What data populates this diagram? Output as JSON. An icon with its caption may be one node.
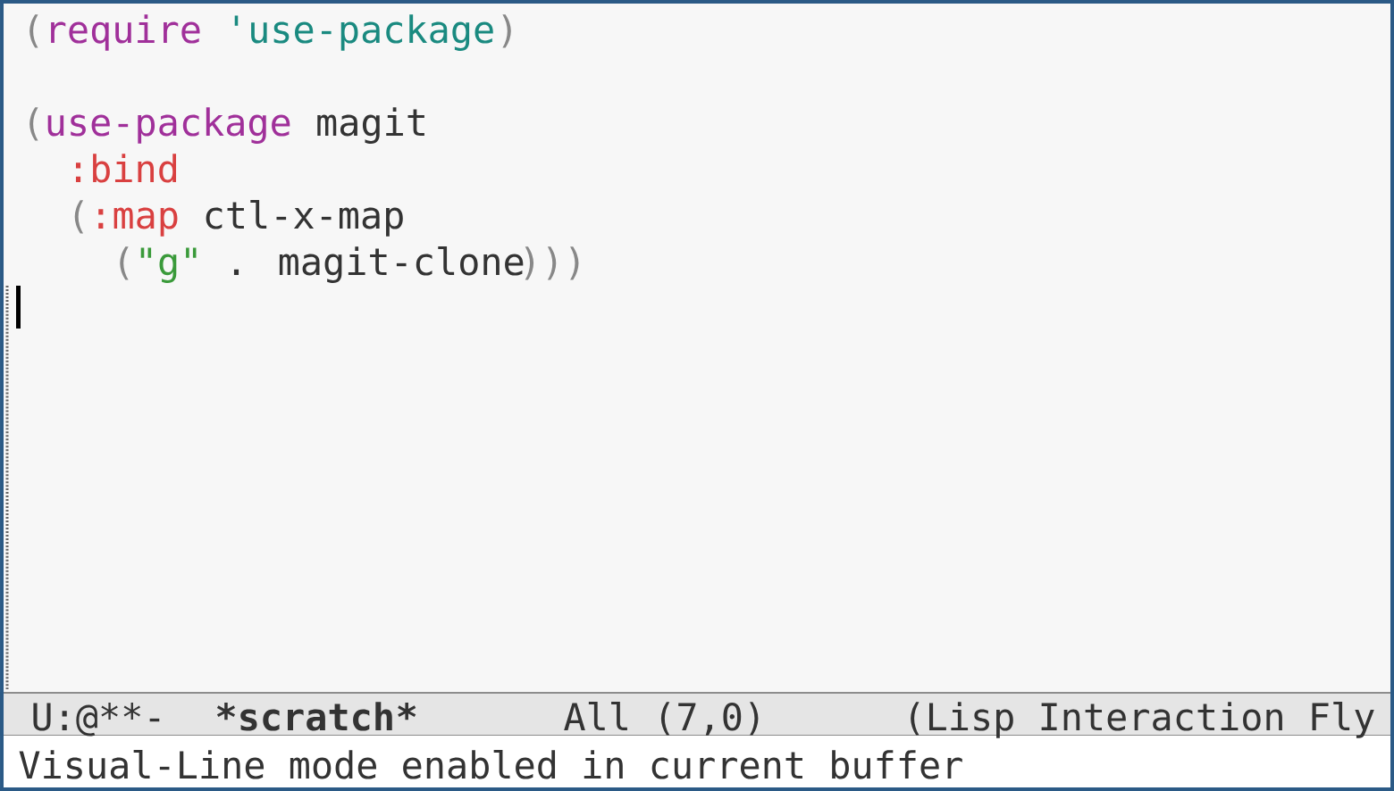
{
  "diagram": {
    "labels": [
      "(",
      "require",
      "'use-package",
      ")",
      "(",
      "use-package",
      "magit",
      ":bind",
      "(",
      ":map",
      "ctl-x-map",
      "(",
      "\"g\"",
      ". magit-clone",
      ")))",
      "U:@**-",
      "*",
      "scratch",
      "*",
      "All (7,0)",
      "(Lisp Interaction Fly",
      "Visual-Line mode enabled in current buffer"
    ]
  }
}
